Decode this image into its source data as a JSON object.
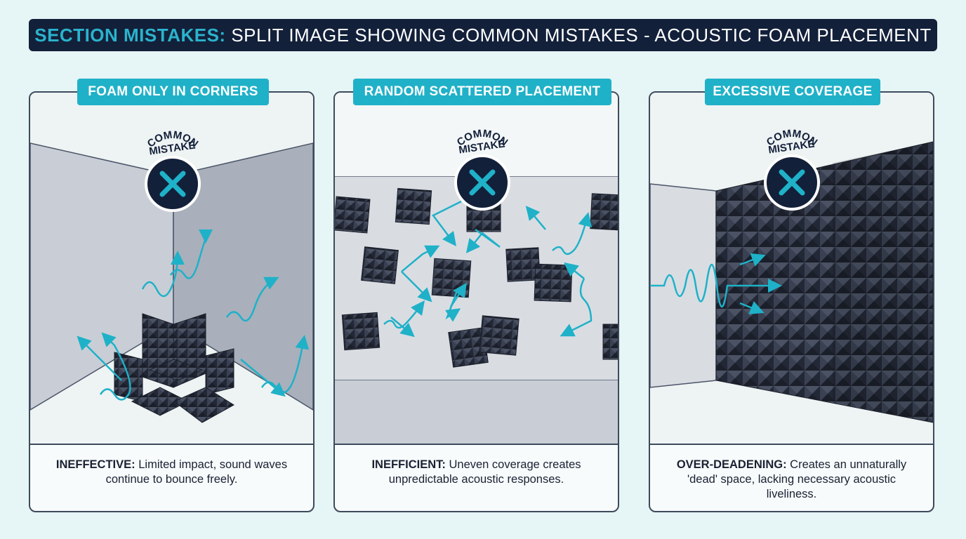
{
  "title": {
    "prefix": "SECTION MISTAKES:",
    "text": "SPLIT IMAGE SHOWING COMMON MISTAKES - ACOUSTIC FOAM PLACEMENT"
  },
  "badge_text": [
    "COMMON",
    "MISTAKE"
  ],
  "panels": [
    {
      "label": "FOAM ONLY IN CORNERS",
      "caption_bold": "INEFFECTIVE:",
      "caption_text": " Limited impact, sound waves continue to bounce freely."
    },
    {
      "label": "RANDOM SCATTERED PLACEMENT",
      "caption_bold": "INEFFICIENT:",
      "caption_text": " Uneven coverage creates unpredictable acoustic responses."
    },
    {
      "label": "EXCESSIVE COVERAGE",
      "caption_bold": "OVER-DEADENING:",
      "caption_text": " Creates an unnaturally 'dead' space, lacking necessary acoustic liveliness."
    }
  ],
  "colors": {
    "accent": "#1fb1c8",
    "dark": "#13203a",
    "foam": "#2e3442",
    "wall_light": "#c9ced6",
    "wall_dark": "#a8aeb8"
  },
  "icons": [
    "x-mark-icon",
    "sound-wave-icon",
    "foam-panel-icon"
  ]
}
